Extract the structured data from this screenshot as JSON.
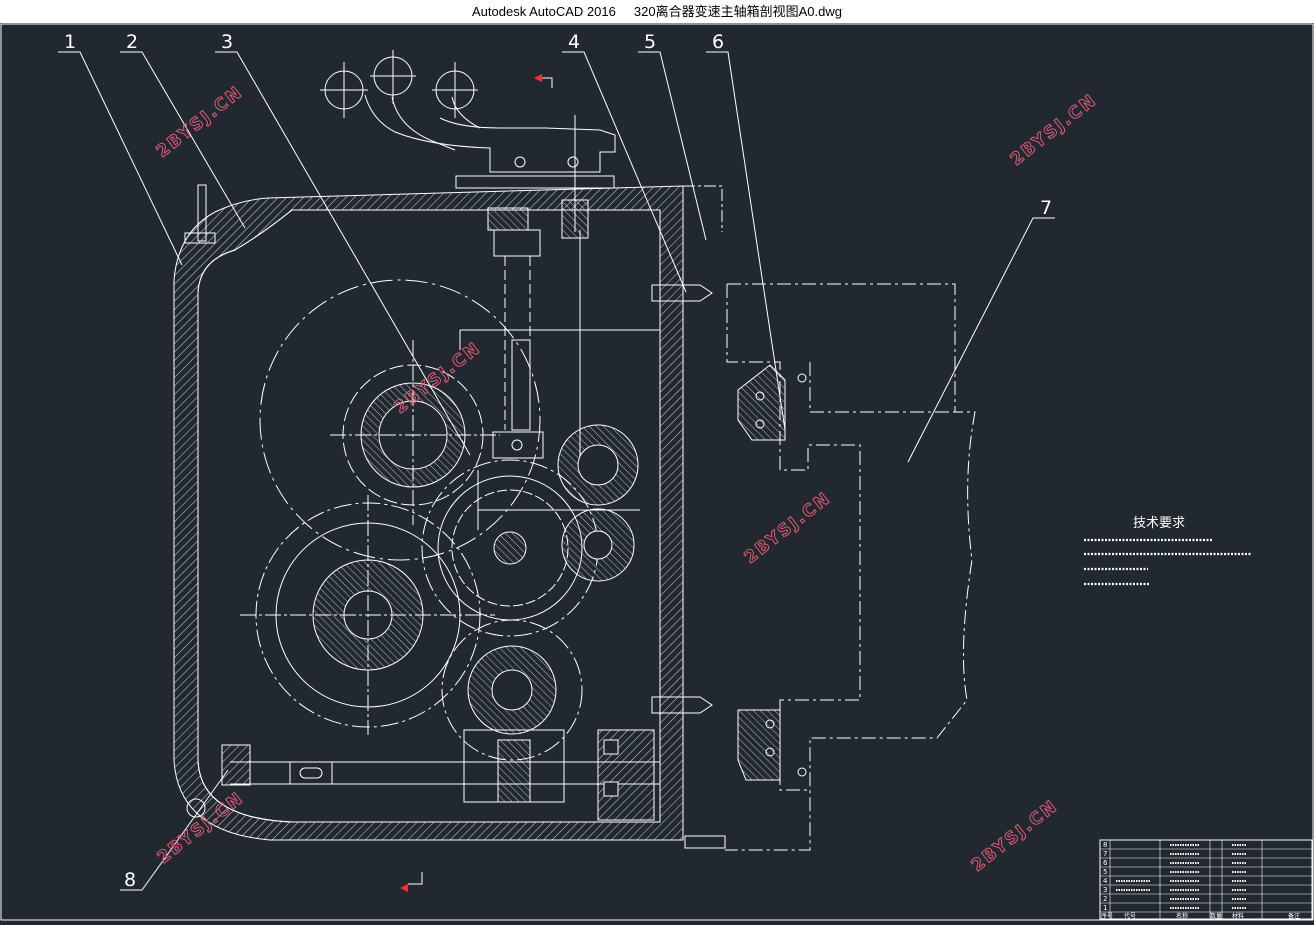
{
  "window": {
    "app_name": "Autodesk AutoCAD 2016",
    "file_name": "320离合器变速主轴箱剖视图A0.dwg"
  },
  "colors": {
    "background": "#212830",
    "line": "#ffffff",
    "watermark": "#e05a74",
    "ucs_marker": "#ff3030"
  },
  "balloons": [
    "1",
    "2",
    "3",
    "4",
    "5",
    "6",
    "7",
    "8"
  ],
  "watermark_text": "2BYSJ.CN",
  "tech_notes": {
    "title": "技术要求"
  },
  "title_block": {
    "row_numbers": [
      "8",
      "7",
      "6",
      "5",
      "4",
      "3",
      "2",
      "1"
    ],
    "header_labels": [
      "序号",
      "代号",
      "名称",
      "数量",
      "材料",
      "备注"
    ]
  }
}
